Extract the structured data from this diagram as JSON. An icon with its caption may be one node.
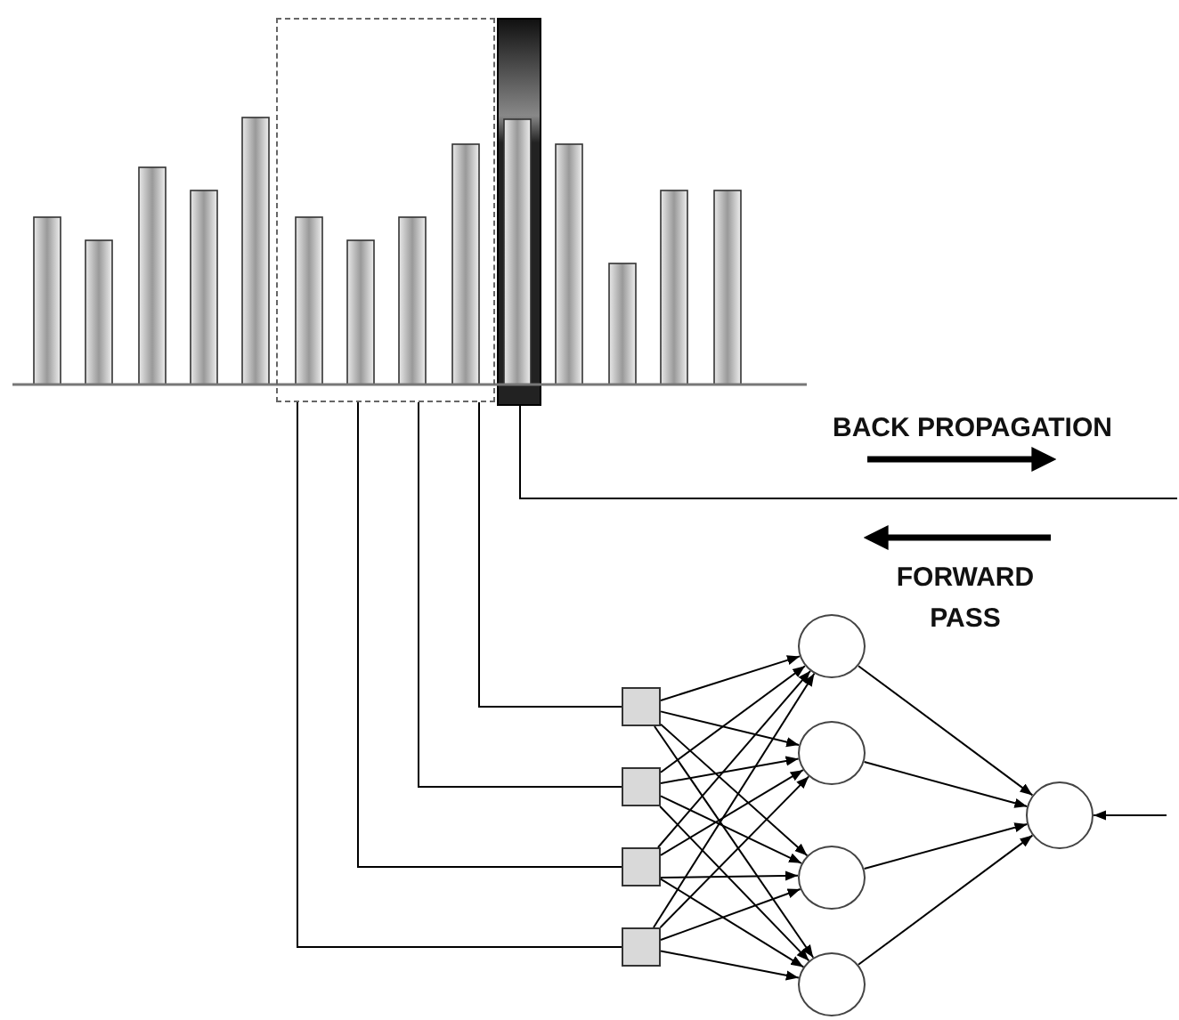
{
  "diagram": {
    "nodes": [
      {
        "text": [],
        "shape": "box"
      },
      {
        "text": [],
        "shape": "bar"
      },
      {
        "text": [],
        "shape": "box"
      },
      {
        "text": [],
        "shape": "box"
      },
      {
        "text": [],
        "shape": "box"
      },
      {
        "text": [],
        "shape": "box"
      },
      {
        "text": [],
        "shape": "circle"
      },
      {
        "text": [],
        "shape": "circle"
      },
      {
        "text": [],
        "shape": "circle"
      },
      {
        "text": [],
        "shape": "circle"
      },
      {
        "text": [],
        "shape": "circle"
      }
    ],
    "edges": [
      {
        "from": 0,
        "to": 2,
        "arrow": "none"
      },
      {
        "from": 0,
        "to": 3,
        "arrow": "none"
      },
      {
        "from": 0,
        "to": 4,
        "arrow": "none"
      },
      {
        "from": 0,
        "to": 5,
        "arrow": "none"
      },
      {
        "from": 1,
        "to": null,
        "arrow": "none"
      },
      {
        "from": 2,
        "to": 6,
        "arrow": "to"
      },
      {
        "from": 2,
        "to": 7,
        "arrow": "to"
      },
      {
        "from": 2,
        "to": 8,
        "arrow": "to"
      },
      {
        "from": 2,
        "to": 9,
        "arrow": "to"
      },
      {
        "from": 3,
        "to": 6,
        "arrow": "to"
      },
      {
        "from": 3,
        "to": 7,
        "arrow": "to"
      },
      {
        "from": 3,
        "to": 8,
        "arrow": "to"
      },
      {
        "from": 3,
        "to": 9,
        "arrow": "to"
      },
      {
        "from": 4,
        "to": 6,
        "arrow": "to"
      },
      {
        "from": 4,
        "to": 7,
        "arrow": "to"
      },
      {
        "from": 4,
        "to": 8,
        "arrow": "to"
      },
      {
        "from": 4,
        "to": 9,
        "arrow": "to"
      },
      {
        "from": 5,
        "to": 6,
        "arrow": "to"
      },
      {
        "from": 5,
        "to": 7,
        "arrow": "to"
      },
      {
        "from": 5,
        "to": 8,
        "arrow": "to"
      },
      {
        "from": 5,
        "to": 9,
        "arrow": "to"
      },
      {
        "from": 6,
        "to": 10,
        "arrow": "to"
      },
      {
        "from": 7,
        "to": 10,
        "arrow": "to"
      },
      {
        "from": 8,
        "to": 10,
        "arrow": "to"
      },
      {
        "from": 9,
        "to": 10,
        "arrow": "to"
      },
      {
        "from": null,
        "to": 10,
        "arrow": "to"
      }
    ],
    "labels": [
      "BACK PROPAGATION",
      "FORWARD PASS"
    ]
  }
}
